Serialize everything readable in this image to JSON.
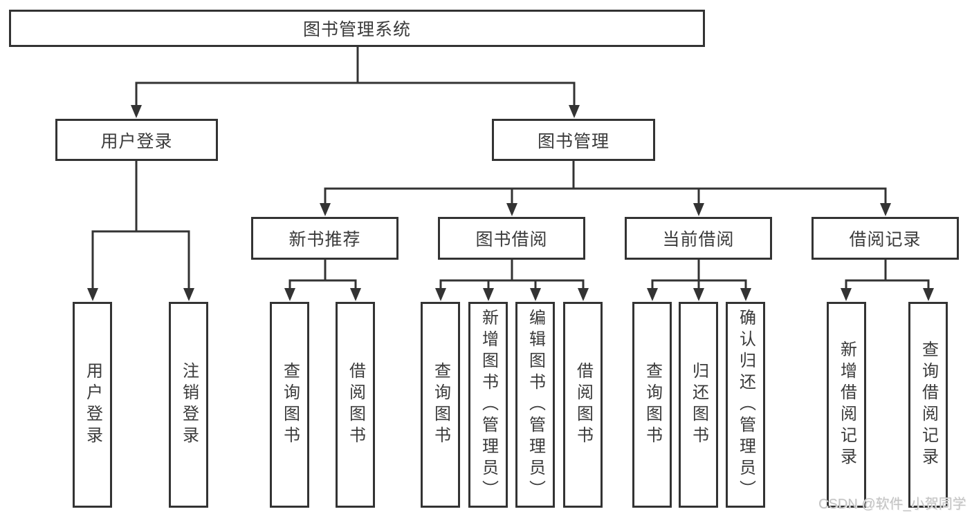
{
  "diagram": {
    "watermark": "CSDN @软件_小贺同学",
    "colors": {
      "line": "#333333",
      "text": "#3a3a3a",
      "background": "#ffffff",
      "watermark": "#c3c3c3"
    },
    "tree": {
      "root": "图书管理系统",
      "children": [
        {
          "label": "用户登录",
          "children": [
            "用户登录",
            "注销登录"
          ]
        },
        {
          "label": "图书管理",
          "children": [
            {
              "label": "新书推荐",
              "children": [
                "查询图书",
                "借阅图书"
              ]
            },
            {
              "label": "图书借阅",
              "children": [
                "查询图书",
                "新增图书（管理员）",
                "编辑图书（管理员）",
                "借阅图书"
              ]
            },
            {
              "label": "当前借阅",
              "children": [
                "查询图书",
                "归还图书",
                "确认归还（管理员）"
              ]
            },
            {
              "label": "借阅记录",
              "children": [
                "新增借阅记录",
                "查询借阅记录"
              ]
            }
          ]
        }
      ]
    }
  }
}
